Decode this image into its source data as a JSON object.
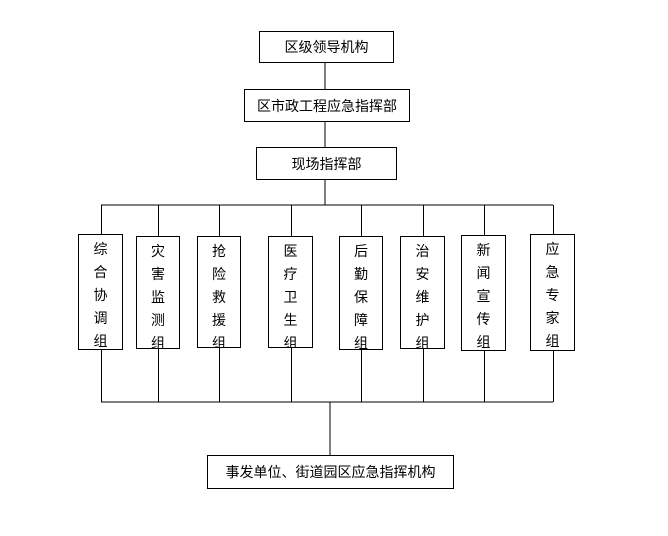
{
  "top": "区级领导机构",
  "command": "区市政工程应急指挥部",
  "site": "现场指挥部",
  "groups": [
    {
      "label": "综合协调组"
    },
    {
      "label": "灾害监测组"
    },
    {
      "label": "抢险救援组"
    },
    {
      "label": "医疗卫生组"
    },
    {
      "label": "后勤保障组"
    },
    {
      "label": "治安维护组"
    },
    {
      "label": "新闻宣传组"
    },
    {
      "label": "应急专家组"
    }
  ],
  "bottom": "事发单位、街道园区应急指挥机构"
}
